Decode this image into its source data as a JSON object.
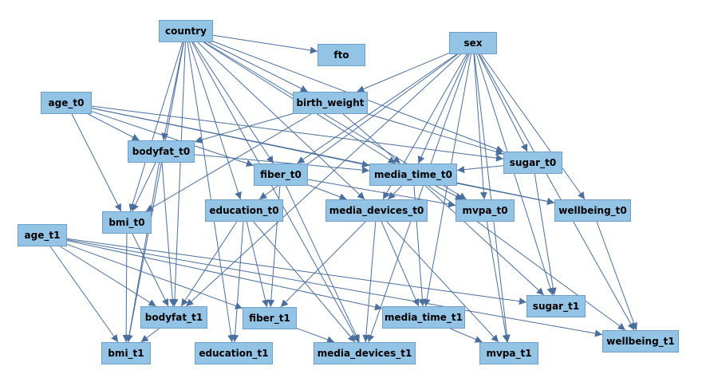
{
  "diagram": {
    "nodes": [
      {
        "id": "country",
        "label": "country"
      },
      {
        "id": "fto",
        "label": "fto"
      },
      {
        "id": "sex",
        "label": "sex"
      },
      {
        "id": "age_t0",
        "label": "age_t0"
      },
      {
        "id": "birth_weight",
        "label": "birth_weight"
      },
      {
        "id": "bodyfat_t0",
        "label": "bodyfat_t0"
      },
      {
        "id": "fiber_t0",
        "label": "fiber_t0"
      },
      {
        "id": "media_time_t0",
        "label": "media_time_t0"
      },
      {
        "id": "sugar_t0",
        "label": "sugar_t0"
      },
      {
        "id": "bmi_t0",
        "label": "bmi_t0"
      },
      {
        "id": "education_t0",
        "label": "education_t0"
      },
      {
        "id": "media_devices_t0",
        "label": "media_devices_t0"
      },
      {
        "id": "mvpa_t0",
        "label": "mvpa_t0"
      },
      {
        "id": "wellbeing_t0",
        "label": "wellbeing_t0"
      },
      {
        "id": "age_t1",
        "label": "age_t1"
      },
      {
        "id": "bodyfat_t1",
        "label": "bodyfat_t1"
      },
      {
        "id": "fiber_t1",
        "label": "fiber_t1"
      },
      {
        "id": "media_time_t1",
        "label": "media_time_t1"
      },
      {
        "id": "sugar_t1",
        "label": "sugar_t1"
      },
      {
        "id": "bmi_t1",
        "label": "bmi_t1"
      },
      {
        "id": "education_t1",
        "label": "education_t1"
      },
      {
        "id": "media_devices_t1",
        "label": "media_devices_t1"
      },
      {
        "id": "mvpa_t1",
        "label": "mvpa_t1"
      },
      {
        "id": "wellbeing_t1",
        "label": "wellbeing_t1"
      }
    ],
    "edges": [
      [
        "country",
        "fto"
      ],
      [
        "country",
        "birth_weight"
      ],
      [
        "country",
        "bodyfat_t0"
      ],
      [
        "country",
        "bmi_t0"
      ],
      [
        "country",
        "fiber_t0"
      ],
      [
        "country",
        "education_t0"
      ],
      [
        "country",
        "media_time_t0"
      ],
      [
        "country",
        "media_devices_t0"
      ],
      [
        "country",
        "mvpa_t0"
      ],
      [
        "country",
        "sugar_t0"
      ],
      [
        "country",
        "bodyfat_t1"
      ],
      [
        "country",
        "education_t1"
      ],
      [
        "country",
        "media_devices_t1"
      ],
      [
        "country",
        "bmi_t1"
      ],
      [
        "sex",
        "birth_weight"
      ],
      [
        "sex",
        "fiber_t0"
      ],
      [
        "sex",
        "media_time_t0"
      ],
      [
        "sex",
        "media_devices_t0"
      ],
      [
        "sex",
        "mvpa_t0"
      ],
      [
        "sex",
        "sugar_t0"
      ],
      [
        "sex",
        "wellbeing_t0"
      ],
      [
        "sex",
        "sugar_t1"
      ],
      [
        "sex",
        "wellbeing_t1"
      ],
      [
        "sex",
        "mvpa_t1"
      ],
      [
        "sex",
        "media_time_t1"
      ],
      [
        "sex",
        "bodyfat_t1"
      ],
      [
        "sex",
        "education_t0"
      ],
      [
        "sex",
        "media_devices_t1"
      ],
      [
        "age_t0",
        "bodyfat_t0"
      ],
      [
        "age_t0",
        "bmi_t0"
      ],
      [
        "age_t0",
        "media_time_t0"
      ],
      [
        "age_t0",
        "sugar_t0"
      ],
      [
        "age_t0",
        "wellbeing_t0"
      ],
      [
        "age_t0",
        "fiber_t0"
      ],
      [
        "birth_weight",
        "bodyfat_t0"
      ],
      [
        "birth_weight",
        "bmi_t0"
      ],
      [
        "birth_weight",
        "sugar_t0"
      ],
      [
        "birth_weight",
        "media_time_t0"
      ],
      [
        "bodyfat_t0",
        "bmi_t0"
      ],
      [
        "bodyfat_t0",
        "bodyfat_t1"
      ],
      [
        "bodyfat_t0",
        "bmi_t1"
      ],
      [
        "bodyfat_t0",
        "media_time_t0"
      ],
      [
        "fiber_t0",
        "fiber_t1"
      ],
      [
        "fiber_t0",
        "media_devices_t0"
      ],
      [
        "fiber_t0",
        "media_devices_t1"
      ],
      [
        "fiber_t0",
        "mvpa_t0"
      ],
      [
        "media_time_t0",
        "mvpa_t0"
      ],
      [
        "media_time_t0",
        "media_time_t1"
      ],
      [
        "media_time_t0",
        "media_devices_t0"
      ],
      [
        "media_time_t0",
        "wellbeing_t0"
      ],
      [
        "media_time_t0",
        "sugar_t1"
      ],
      [
        "media_time_t0",
        "wellbeing_t1"
      ],
      [
        "sugar_t0",
        "sugar_t1"
      ],
      [
        "sugar_t0",
        "media_time_t0"
      ],
      [
        "bmi_t0",
        "bmi_t1"
      ],
      [
        "bmi_t0",
        "bodyfat_t1"
      ],
      [
        "education_t0",
        "education_t1"
      ],
      [
        "education_t0",
        "fiber_t1"
      ],
      [
        "education_t0",
        "bodyfat_t1"
      ],
      [
        "education_t0",
        "media_devices_t1"
      ],
      [
        "media_devices_t0",
        "media_devices_t1"
      ],
      [
        "media_devices_t0",
        "media_time_t1"
      ],
      [
        "media_devices_t0",
        "fiber_t1"
      ],
      [
        "media_devices_t0",
        "mvpa_t1"
      ],
      [
        "mvpa_t0",
        "mvpa_t1"
      ],
      [
        "wellbeing_t0",
        "wellbeing_t1"
      ],
      [
        "age_t1",
        "bodyfat_t1"
      ],
      [
        "age_t1",
        "bmi_t1"
      ],
      [
        "age_t1",
        "fiber_t1"
      ],
      [
        "age_t1",
        "media_time_t1"
      ],
      [
        "age_t1",
        "sugar_t1"
      ],
      [
        "age_t1",
        "wellbeing_t1"
      ],
      [
        "bodyfat_t1",
        "bmi_t1"
      ],
      [
        "fiber_t1",
        "media_devices_t1"
      ],
      [
        "media_time_t1",
        "mvpa_t1"
      ]
    ]
  }
}
